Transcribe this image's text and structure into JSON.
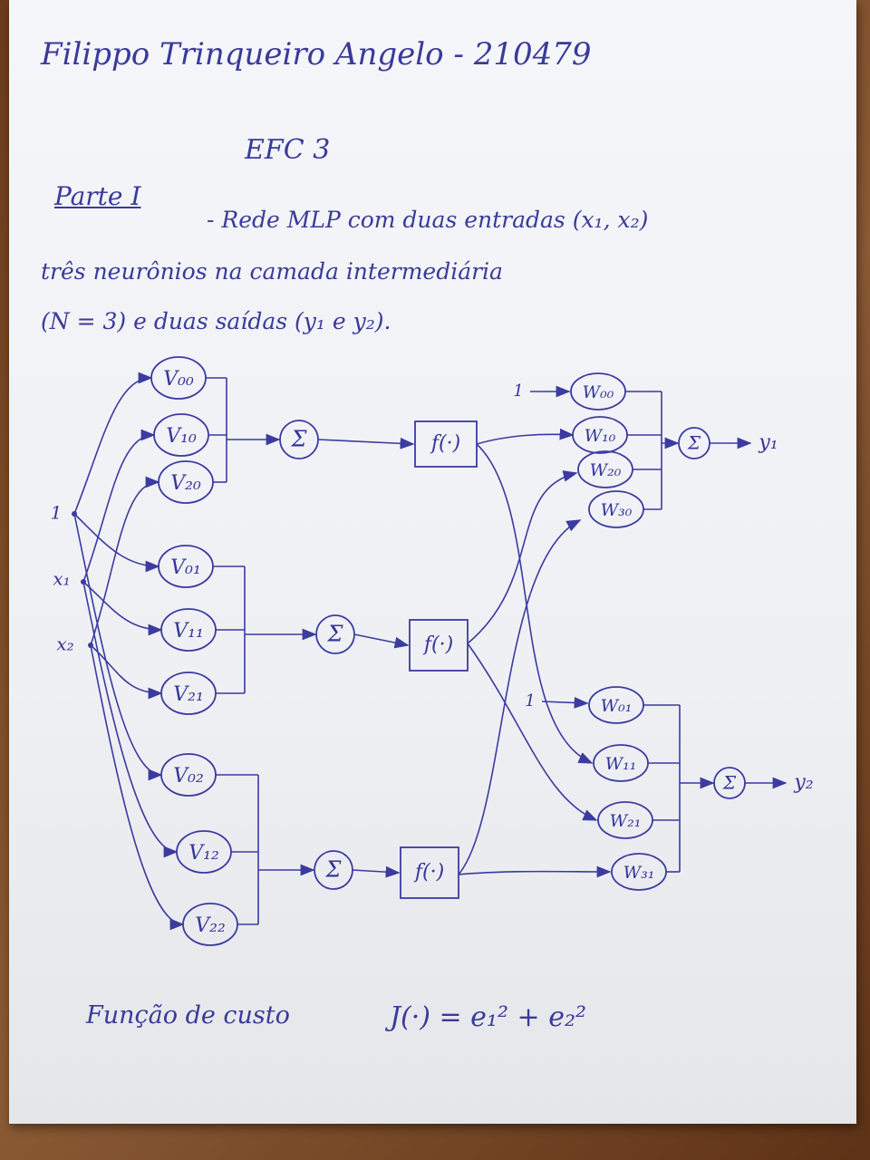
{
  "header": {
    "author": "Filippo Trinqueiro Angelo - 210479",
    "subject": "EFC 3",
    "part": "Parte I",
    "desc_line1": "- Rede MLP com duas entradas (x₁, x₂)",
    "desc_line2": "três neurônios na camada intermediária",
    "desc_line3": "(N = 3) e duas saídas (y₁ e y₂)."
  },
  "inputs": {
    "bias": "1",
    "x1": "x₁",
    "x2": "x₂"
  },
  "hidden_weights": [
    "V₀₀",
    "V₁₀",
    "V₂₀",
    "V₀₁",
    "V₁₁",
    "V₂₁",
    "V₀₂",
    "V₁₂",
    "V₂₂"
  ],
  "sum_symbol": "Σ",
  "activation": "f(·)",
  "output_bias": "1",
  "output_weights": [
    "W₀₀",
    "W₁₀",
    "W₂₀",
    "W₃₀",
    "W₀₁",
    "W₁₁",
    "W₂₁",
    "W₃₁"
  ],
  "outputs": [
    "y₁",
    "y₂"
  ],
  "cost_function": {
    "label": "Função de custo",
    "formula": "J(·) = e₁² + e₂²"
  },
  "colors": {
    "ink": "#3b3ba0",
    "paper": "#f1f3f7",
    "table": "#7a4a26"
  }
}
